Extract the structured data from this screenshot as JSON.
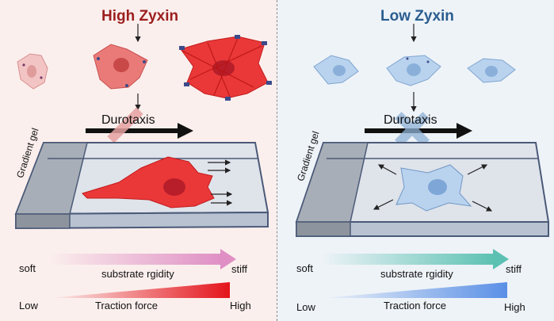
{
  "left": {
    "title": "High Zyxin",
    "durotaxis": "Durotaxis",
    "gel_label": "Gradient gel",
    "rigidity_soft": "soft",
    "rigidity_stiff": "stiff",
    "rigidity_label": "substrate rgidity",
    "force_low": "Low",
    "force_high": "High",
    "force_label": "Traction force",
    "colors": {
      "cell": "#e84a4a",
      "arrow": "#e39ac8",
      "force": "#e4141b",
      "block": "#e5a0a0"
    }
  },
  "right": {
    "title": "Low Zyxin",
    "durotaxis": "Durotaxis",
    "gel_label": "Gradient gel",
    "rigidity_soft": "soft",
    "rigidity_stiff": "stiff",
    "rigidity_label": "substrate rgidity",
    "force_low": "Low",
    "force_high": "High",
    "force_label": "Traction force",
    "colors": {
      "cell": "#a9c8ea",
      "arrow": "#6cc7b8",
      "force": "#5a8fe6",
      "block": "#8fb1d6"
    }
  }
}
